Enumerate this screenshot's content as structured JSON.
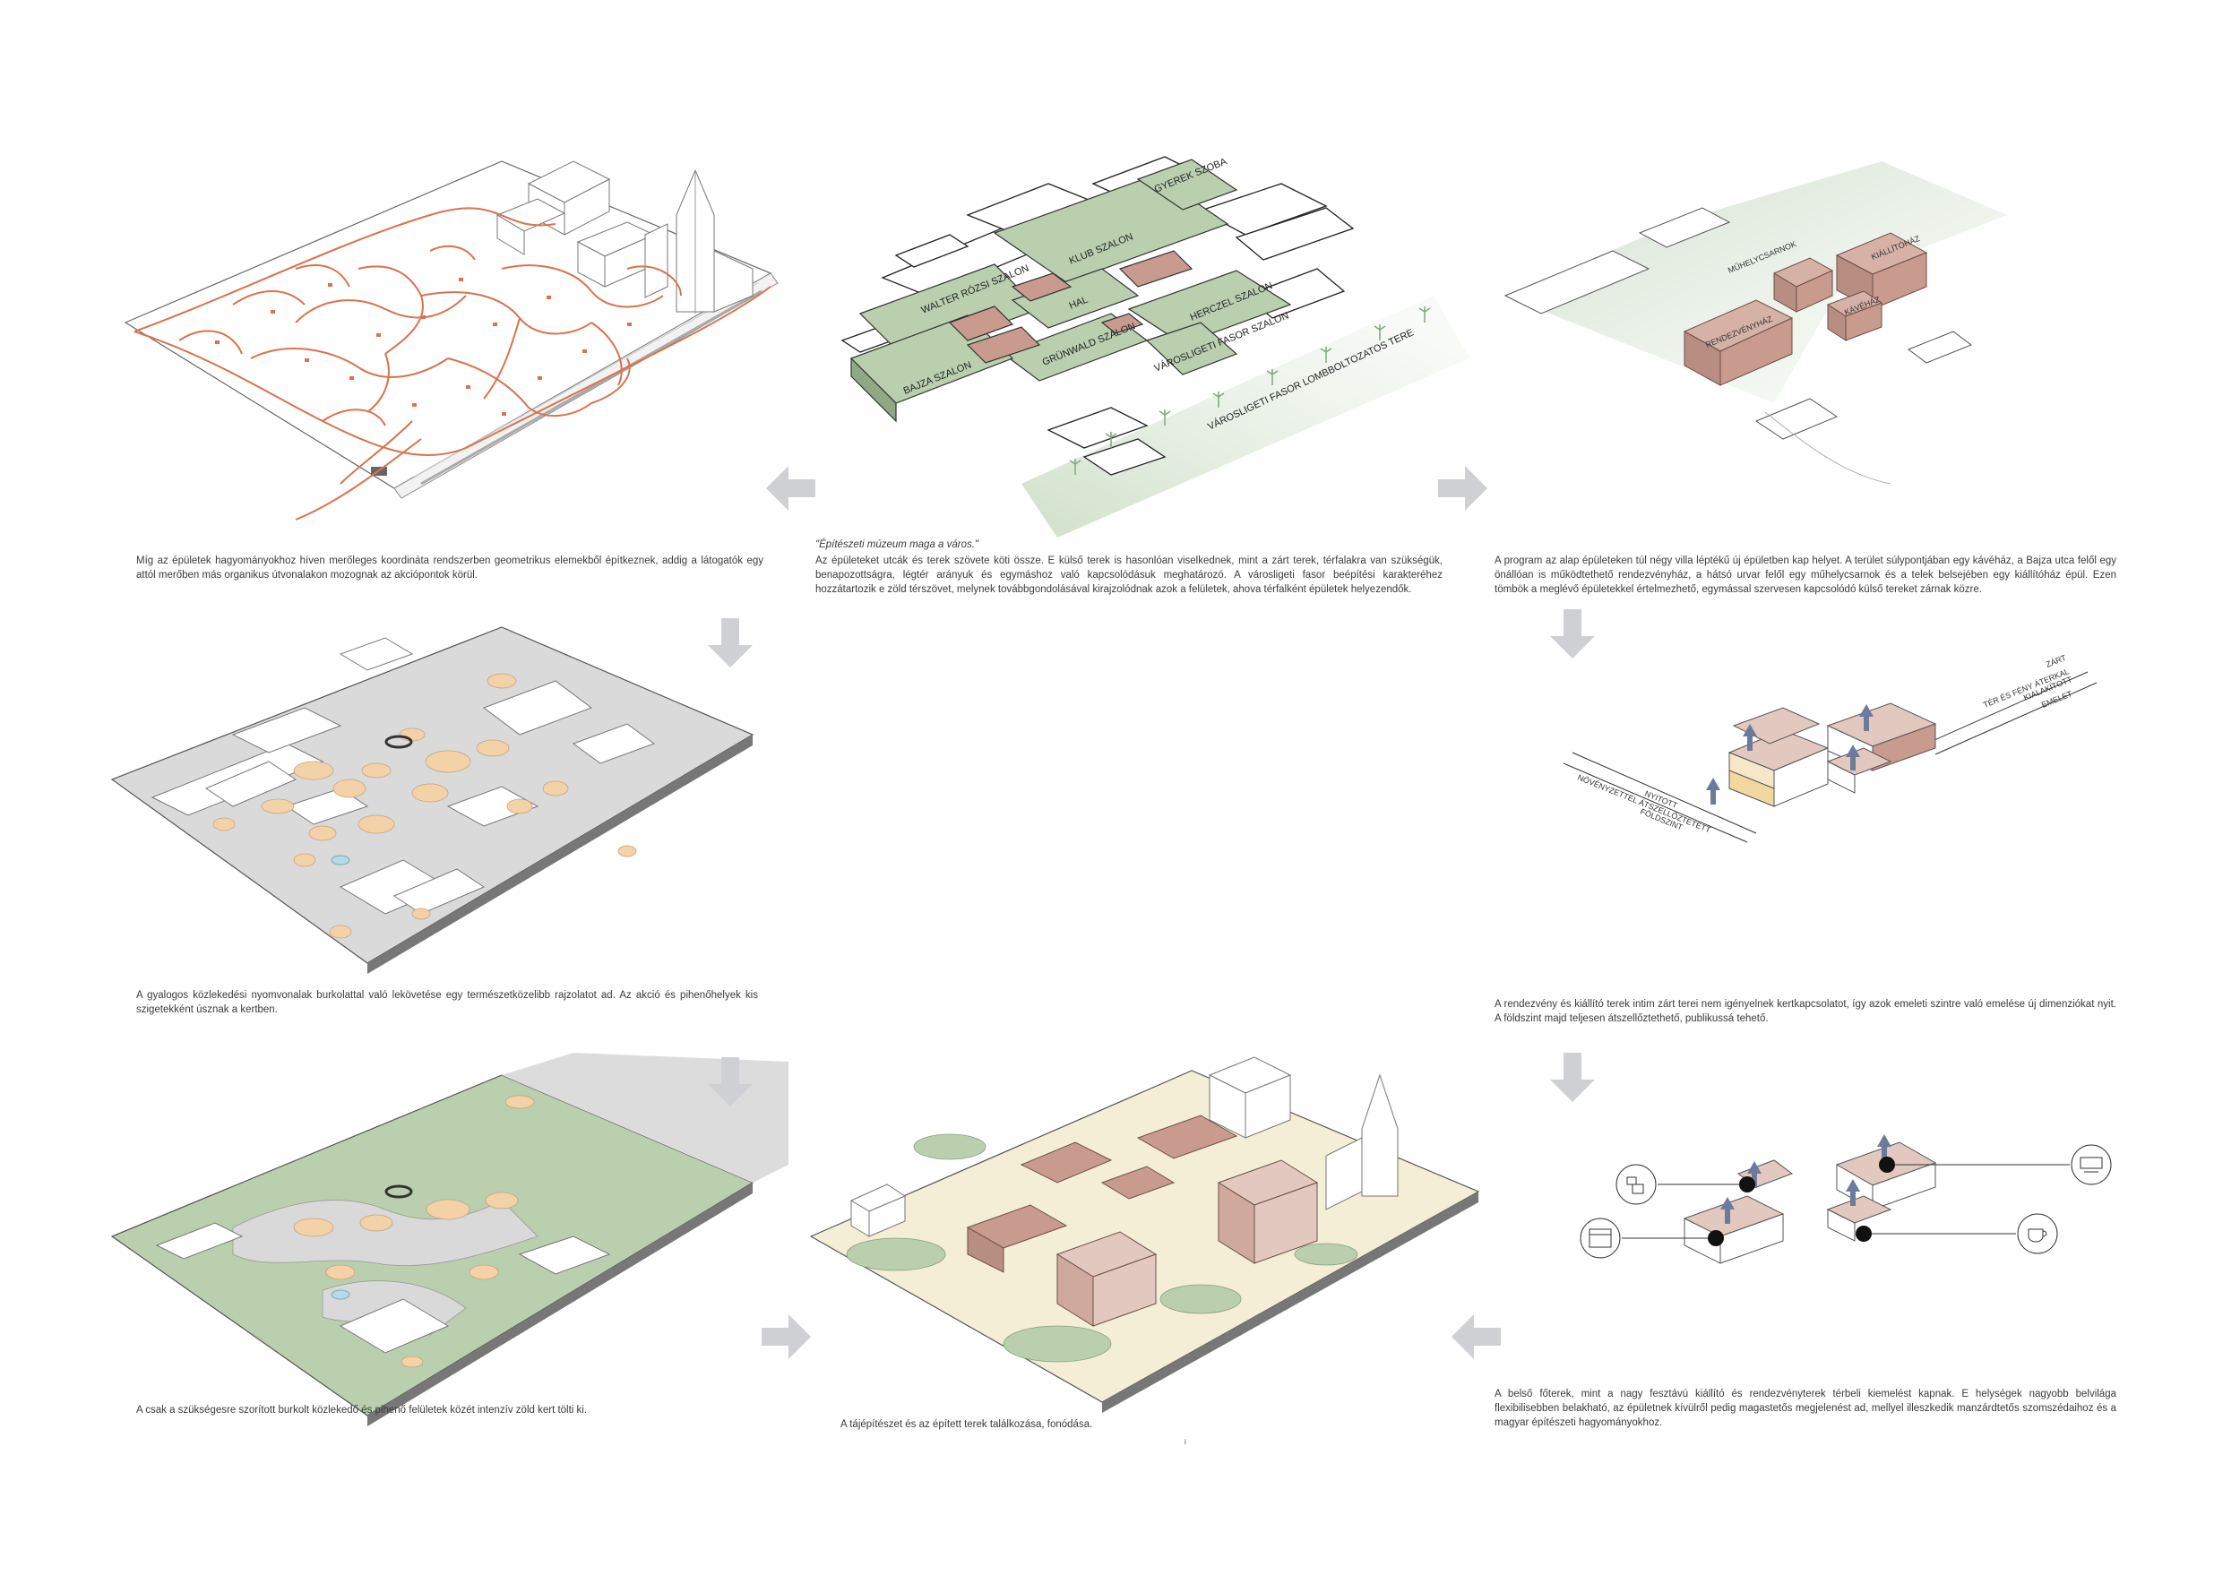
{
  "captions": {
    "c1": "Míg az épületek hagyományokhoz híven merőleges koordináta rendszerben geometrikus elemekből építkeznek, addig a látogatók egy attól merőben más organikus útvonalakon mozognak az akciópontok körül.",
    "c2_quote": "\"Építészeti múzeum maga a város.\"",
    "c2": "Az épületeket utcák és terek szövete köti össze. E külső terek is hasonlóan viselkednek, mint a zárt terek, térfalakra van szükségük, benapozottságra, légtér arányuk és egymáshoz való kapcsolódásuk meghatározó. A városligeti fasor beépítési karakteréhez hozzátartozik e zöld térszövet, melynek továbbgondolásával kirajzolódnak azok a felületek, ahova térfalként épületek helyezendők.",
    "c3": "A program az alap épületeken túl négy villa léptékű új épületben kap helyet. A terület súlypontjában egy kávéház, a Bajza utca felől egy önállóan is működtethető rendezvényház, a hátsó urvar felől egy műhelycsarnok és a telek belsejében egy kiállítóház épül. Ezen tömbök a meglévő épületekkel értelmezhető, egymással szervesen kapcsolódó külső tereket zárnak közre.",
    "c4": "A gyalogos közlekedési nyomvonalak burkolattal való lekövetése egy természetközelibb rajzolatot ad. Az akció és pihenőhelyek kis szigetekként úsznak a kertben.",
    "c5": "A rendezvény és kiállító terek intim zárt terei nem igényelnek kertkapcsolatot, így azok emeleti szintre való emelése új dimenziókat nyit. A földszint majd teljesen átszellőztethető, publikussá tehető.",
    "c6": "A csak a szükségesre szorított burkolt közlekedő és pihenő felületek közét intenzív zöld kert tölti ki.",
    "c7": "A tájépítészet és az épített terek találkozása, fonódása.",
    "c8": "A belső főterek, mint a nagy fesztávú kiállító és rendezvényterek térbeli kiemelést kapnak. E helységek nagyobb belvilága flexibilisebben belakható, az épületnek kívülről pedig magastetős megjelenést ad, mellyel illeszkedik manzárdtetős szomszédaihoz és a magyar építészeti hagyományokhoz.",
    "page_mark": "i"
  },
  "salons": {
    "walter": "WALTER RÓZSI SZALON",
    "klub": "KLUB SZALON",
    "gyerek": "GYEREK SZOBA",
    "hal": "HAL",
    "herczel": "HERCZEL SZALON",
    "grunwald": "GRÜNWALD SZALON",
    "varosligeti": "VÁROSLIGETI FASOR SZALON",
    "bajza": "BAJZA SZALON",
    "fasor_tere": "VÁROSLIGETI FASOR LOMBBOLTOZATOS TERE"
  },
  "program": {
    "muhely": "MŰHELYCSARNOK",
    "kiallito": "KIÁLLÍTÓHÁZ",
    "rendezveny": "RENDEZVÉNYHÁZ",
    "kavehaz": "KÁVÉHÁZ"
  },
  "section_labels": {
    "zart": "ZÁRT",
    "ter_feny": "TÉR ÉS FÉNY ÁTERKAL",
    "kialakitott": "KIALAKÍTOTT",
    "emelet": "EMELET",
    "noventzet": "NÖVÉNYZETTEL ÁTSZELLŐZTETETT",
    "nyitott": "NYITOTT",
    "foldszint": "FÖLDSZINT"
  },
  "icons": [
    "floorplan-icon",
    "calendar-icon",
    "gallery-icon",
    "coffee-cup-icon"
  ],
  "colors": {
    "path_orange": "#d8734e",
    "pad_sand": "#f3d2a8",
    "grass": "#b9cfae",
    "building_roof": "#c99a8e",
    "building_wall": "#e3c8bf",
    "arrow_grey": "#cfd0d3"
  }
}
